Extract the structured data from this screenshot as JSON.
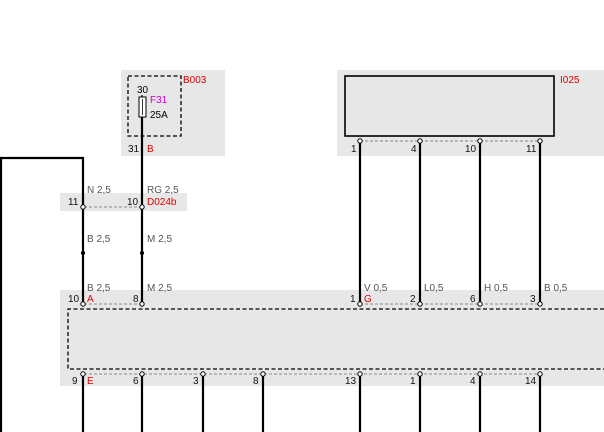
{
  "components": {
    "fuse_box": {
      "id": "B003",
      "terminal_in": "30",
      "fuse": "F31",
      "rating": "25A",
      "terminal_out": "31",
      "out_label": "B"
    },
    "module_top": {
      "id": "I025",
      "pins": [
        "1",
        "4",
        "10",
        "11"
      ]
    },
    "connector": {
      "id": "D024b",
      "pin_left": "11",
      "pin_right": "10"
    },
    "control_unit": {
      "top_pins": [
        {
          "num": "10",
          "label": "A"
        },
        {
          "num": "8",
          "label": ""
        },
        {
          "num": "1",
          "label": "G"
        },
        {
          "num": "2",
          "label": ""
        },
        {
          "num": "6",
          "label": ""
        },
        {
          "num": "3",
          "label": ""
        }
      ],
      "bottom_pins": [
        {
          "num": "9",
          "label": "E"
        },
        {
          "num": "6",
          "label": ""
        },
        {
          "num": "3",
          "label": ""
        },
        {
          "num": "8",
          "label": ""
        },
        {
          "num": "13",
          "label": ""
        },
        {
          "num": "1",
          "label": ""
        },
        {
          "num": "4",
          "label": ""
        },
        {
          "num": "14",
          "label": ""
        }
      ]
    }
  },
  "wires": {
    "upper": {
      "left": "N 2,5",
      "right": "RG 2,5"
    },
    "middle": {
      "left": "B 2,5",
      "right": "M 2,5"
    },
    "lower": {
      "left": "B 2,5",
      "right": "M 2,5"
    },
    "module": [
      "V 0,5",
      "L0,5",
      "H 0,5",
      "B 0,5"
    ]
  }
}
